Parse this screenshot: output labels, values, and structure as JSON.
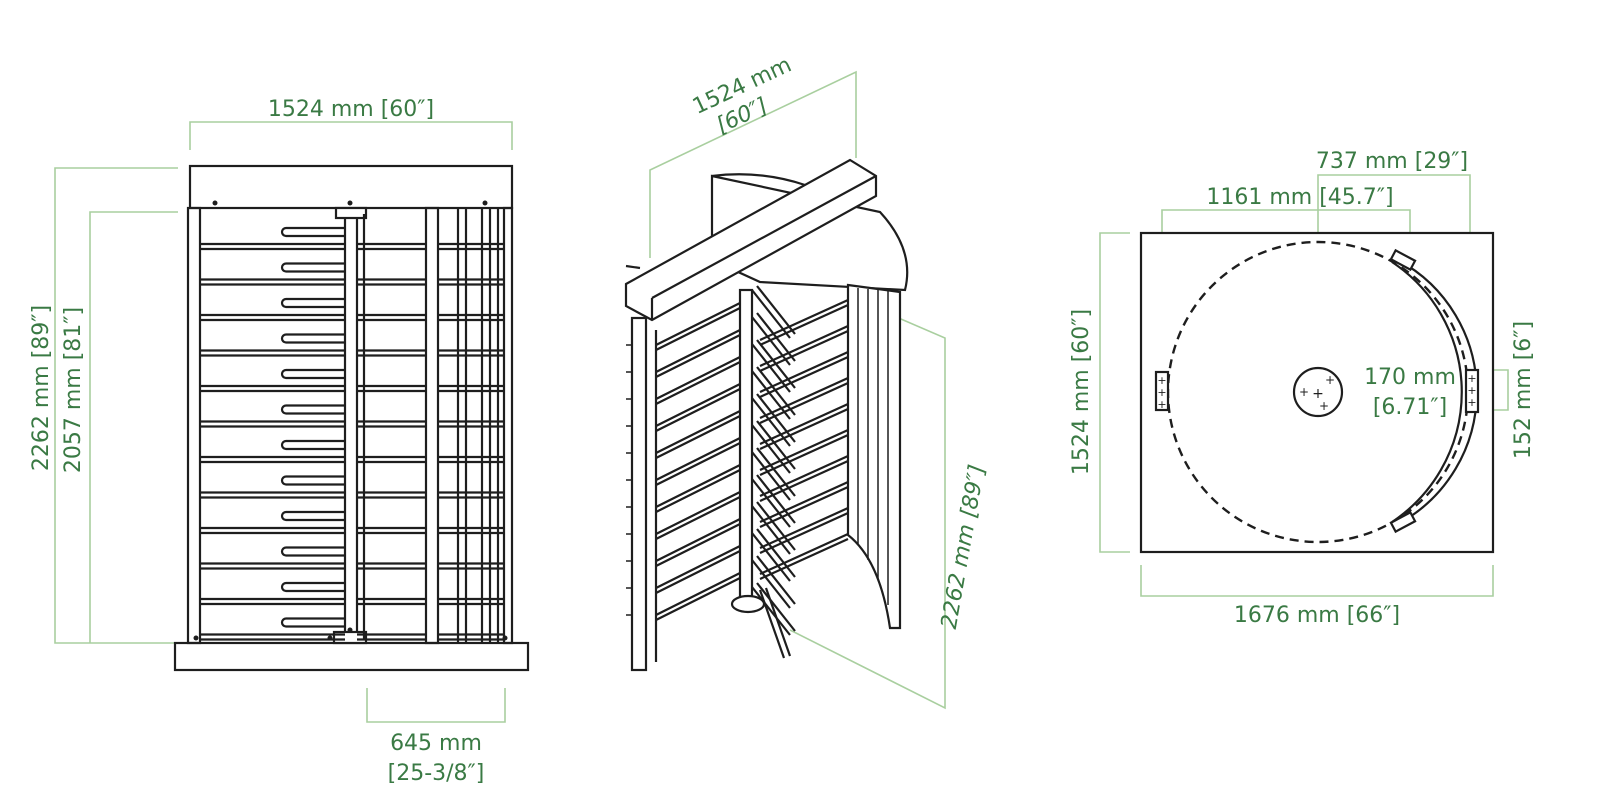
{
  "front_view": {
    "width_label": "1524 mm [60″]",
    "total_height_label": "2262 mm [89″]",
    "passage_height_label": "2057 mm [81″]",
    "arm_width_label_mm": "645 mm",
    "arm_width_label_in": "[25-3/8″]"
  },
  "iso_view": {
    "depth_label_mm": "1524 mm",
    "depth_label_in": "[60″]",
    "height_label": "2262 mm [89″]"
  },
  "top_view": {
    "offset_label": "737 mm [29″]",
    "radius_label": "1161 mm [45.7″]",
    "depth_label": "1524 mm [60″]",
    "hub_label_mm": "170 mm",
    "hub_label_in": "[6.71″]",
    "post_label": "152 mm [6″]",
    "width_label": "1676 mm [66″]"
  },
  "colors": {
    "dimension_text": "#3a7a44",
    "dimension_line": "#a9cf9f",
    "drawing_ink": "#1e1e1e"
  }
}
